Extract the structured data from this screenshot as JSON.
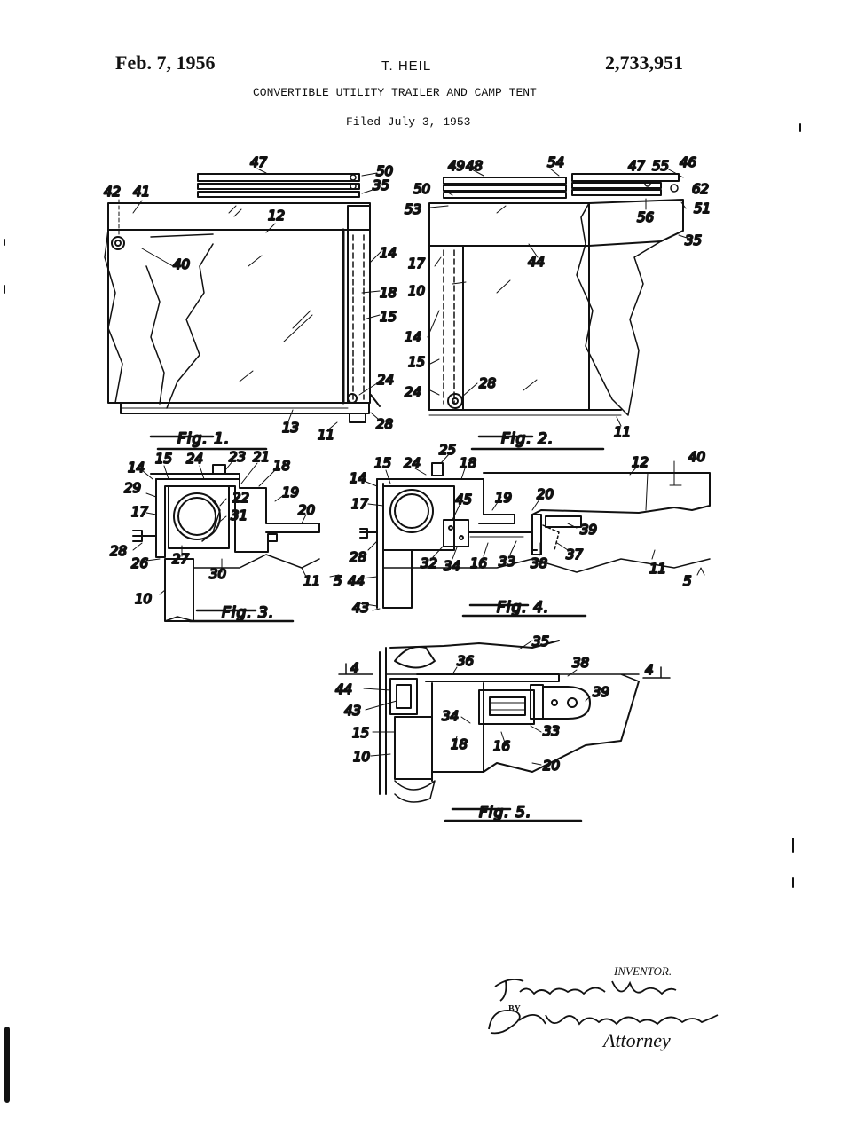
{
  "header": {
    "date": "Feb. 7, 1956",
    "inventor": "T. HEIL",
    "patent_number": "2,733,951",
    "title": "CONVERTIBLE UTILITY TRAILER AND CAMP TENT",
    "filed": "Filed July 3, 1953"
  },
  "figures": {
    "fig1": "Fig. 1.",
    "fig2": "Fig. 2.",
    "fig3": "Fig. 3.",
    "fig4": "Fig. 4.",
    "fig5": "Fig. 5."
  },
  "labels": {
    "fig1": [
      "47",
      "50",
      "35",
      "42",
      "41",
      "12",
      "40",
      "14",
      "18",
      "15",
      "24",
      "28",
      "13",
      "11"
    ],
    "fig2": [
      "49",
      "48",
      "54",
      "47",
      "55",
      "46",
      "50",
      "62",
      "53",
      "56",
      "51",
      "35",
      "17",
      "44",
      "10",
      "14",
      "15",
      "24",
      "28",
      "11"
    ],
    "fig3": [
      "14",
      "15",
      "24",
      "23",
      "21",
      "18",
      "29",
      "22",
      "19",
      "20",
      "17",
      "31",
      "28",
      "26",
      "27",
      "30",
      "11",
      "10"
    ],
    "fig4": [
      "14",
      "15",
      "24",
      "25",
      "18",
      "12",
      "40",
      "17",
      "45",
      "19",
      "20",
      "39",
      "28",
      "32",
      "34",
      "16",
      "33",
      "38",
      "37",
      "11",
      "5",
      "44",
      "43",
      "5"
    ],
    "fig5": [
      "35",
      "36",
      "38",
      "4",
      "4",
      "44",
      "43",
      "34",
      "39",
      "15",
      "18",
      "16",
      "33",
      "10",
      "20"
    ]
  },
  "signature": {
    "inventor_label": "INVENTOR.",
    "inventor_signature": "Theodore Heil",
    "by": "BY",
    "attorney_signature": "Philip A. Friedell",
    "attorney_label": "Attorney"
  }
}
